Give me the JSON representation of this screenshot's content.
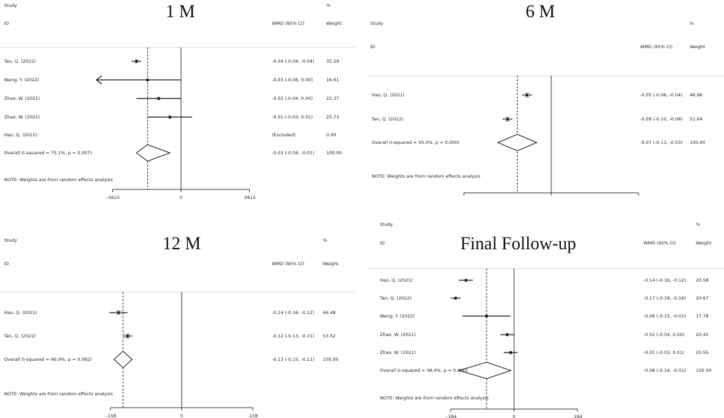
{
  "chart_data": [
    {
      "type": "forest",
      "title": "1 M",
      "header": {
        "study": "Study",
        "id": "ID",
        "pct": "%",
        "effect": "WMD (95% CI)",
        "weight": "Weight"
      },
      "studies": [
        {
          "label": "Tan, Q. (2022)",
          "est": -0.04,
          "lo": -0.04,
          "hi": -0.04,
          "ci_text": "-0.04 (-0.04, -0.04)",
          "weight": "35.29"
        },
        {
          "label": "Wang, Y. (2022)",
          "est": -0.03,
          "lo": -0.06,
          "hi": 0.0,
          "ci_text": "-0.03 (-0.06, 0.00)",
          "weight": "16.61",
          "arrow_left": true
        },
        {
          "label": "Zhao, W. (2021)",
          "est": -0.02,
          "lo": -0.04,
          "hi": 0.0,
          "ci_text": "-0.02 (-0.04, 0.00)",
          "weight": "22.37"
        },
        {
          "label": "Zhao, W. (2021)",
          "est": -0.01,
          "lo": -0.03,
          "hi": 0.01,
          "ci_text": "-0.01 (-0.03, 0.01)",
          "weight": "25.73"
        },
        {
          "label": "Hao, Q. (2021)",
          "excluded": true,
          "ci_text": "(Excluded)",
          "weight": "0.00"
        }
      ],
      "overall": {
        "label": "Overall  (I-squared = 75.1%, p = 0.007)",
        "est": -0.03,
        "lo": -0.04,
        "hi": -0.01,
        "ci_text": "-0.03 (-0.04, -0.01)",
        "weight": "100.00"
      },
      "note": "NOTE: Weights are from random effects analysis",
      "xlim": [
        -0.0615,
        0.0615
      ],
      "ticks": [
        -0.0615,
        0,
        0.0615
      ],
      "tick_labels": [
        "-.0615",
        "0",
        ".0615"
      ]
    },
    {
      "type": "forest",
      "title": "6 M",
      "header": {
        "study": "Study",
        "id": "ID",
        "pct": "%",
        "effect": "WMD (95% CI)",
        "weight": "Weight"
      },
      "studies": [
        {
          "label": "Hao, Q. (2021)",
          "est": -0.05,
          "lo": -0.06,
          "hi": -0.04,
          "ci_text": "-0.05 (-0.06, -0.04)",
          "weight": "48.96"
        },
        {
          "label": "Tan, Q. (2022)",
          "est": -0.09,
          "lo": -0.1,
          "hi": -0.08,
          "ci_text": "-0.09 (-0.10, -0.08)",
          "weight": "51.04"
        }
      ],
      "overall": {
        "label": "Overall  (I-squared = 95.0%, p = 0.000)",
        "est": -0.07,
        "lo": -0.11,
        "hi": -0.03,
        "ci_text": "-0.07 (-0.11, -0.03)",
        "weight": "100.00"
      },
      "note": "NOTE: Weights are from random effects analysis",
      "xlim": [
        -0.18,
        0.18
      ],
      "ticks": [
        -0.18,
        0,
        0.18
      ],
      "tick_labels": [
        "",
        "",
        ""
      ]
    },
    {
      "type": "forest",
      "title": "12 M",
      "header": {
        "study": "Study",
        "id": "ID",
        "pct": "%",
        "effect": "WMD (95% CI)",
        "weight": "Weight"
      },
      "studies": [
        {
          "label": "Hao, Q. (2021)",
          "est": -0.14,
          "lo": -0.16,
          "hi": -0.12,
          "ci_text": "-0.14 (-0.16, -0.12)",
          "weight": "46.48"
        },
        {
          "label": "Tan, Q. (2022)",
          "est": -0.12,
          "lo": -0.13,
          "hi": -0.11,
          "ci_text": "-0.12 (-0.13, -0.11)",
          "weight": "53.52"
        }
      ],
      "overall": {
        "label": "Overall  (I-squared = 66.9%, p = 0.082)",
        "est": -0.13,
        "lo": -0.15,
        "hi": -0.11,
        "ci_text": "-0.13 (-0.15, -0.11)",
        "weight": "100.00"
      },
      "note": "NOTE: Weights are from random effects analysis",
      "xlim": [
        -0.158,
        0.158
      ],
      "ticks": [
        -0.158,
        0,
        0.158
      ],
      "tick_labels": [
        "-.158",
        "0",
        ".158"
      ]
    },
    {
      "type": "forest",
      "title": "Final Follow-up",
      "header": {
        "study": "Study",
        "id": "ID",
        "pct": "%",
        "effect": "WMD (95% CI)",
        "weight": "Weight"
      },
      "studies": [
        {
          "label": "Hao, Q. (2021)",
          "est": -0.14,
          "lo": -0.16,
          "hi": -0.12,
          "ci_text": "-0.14 (-0.16, -0.12)",
          "weight": "20.58"
        },
        {
          "label": "Tan, Q. (2022)",
          "est": -0.17,
          "lo": -0.18,
          "hi": -0.16,
          "ci_text": "-0.17 (-0.18, -0.16)",
          "weight": "20.67"
        },
        {
          "label": "Wang, Y. (2022)",
          "est": -0.08,
          "lo": -0.15,
          "hi": -0.01,
          "ci_text": "-0.08 (-0.15, -0.01)",
          "weight": "17.78"
        },
        {
          "label": "Zhao, W. (2021)",
          "est": -0.02,
          "lo": -0.04,
          "hi": 0.0,
          "ci_text": "-0.02 (-0.04, 0.00)",
          "weight": "20.41"
        },
        {
          "label": "Zhao, W. (2021)",
          "est": -0.01,
          "lo": -0.03,
          "hi": 0.01,
          "ci_text": "-0.01 (-0.03, 0.01)",
          "weight": "20.55"
        }
      ],
      "overall": {
        "label": "Overall  (I-squared = 98.4%, p = 0.000)",
        "est": -0.08,
        "lo": -0.16,
        "hi": -0.01,
        "ci_text": "-0.08 (-0.16, -0.01)",
        "weight": "100.00"
      },
      "note": "NOTE: Weights are from random effects analysis",
      "xlim": [
        -0.184,
        0.184
      ],
      "ticks": [
        -0.184,
        0,
        0.184
      ],
      "tick_labels": [
        "-.184",
        "0",
        ".184"
      ]
    }
  ]
}
